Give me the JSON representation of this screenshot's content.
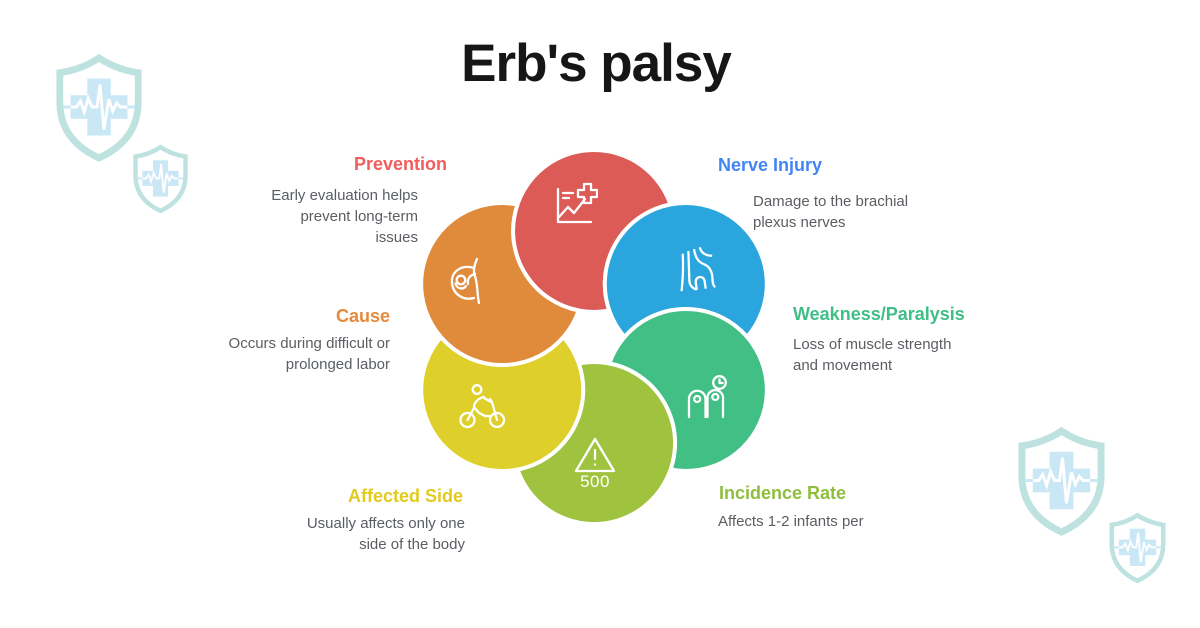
{
  "title": "Erb's palsy",
  "segments": [
    {
      "id": "prevention",
      "label": "Prevention",
      "description": "Early evaluation helps prevent long-term issues",
      "color": "#F15C5C",
      "petal_color": "#DC5B57",
      "icon": "chart-medical-icon"
    },
    {
      "id": "nerve-injury",
      "label": "Nerve Injury",
      "description": "Damage to the brachial plexus nerves",
      "color": "#4285F4",
      "petal_color": "#2BA5DE",
      "icon": "nerve-fibers-icon"
    },
    {
      "id": "weakness-paralysis",
      "label": "Weakness/Paralysis",
      "description": "Loss of muscle strength and movement",
      "color": "#3FBE85",
      "petal_color": "#41BF85",
      "icon": "fingers-clock-icon"
    },
    {
      "id": "incidence-rate",
      "label": "Incidence Rate",
      "description": "Affects 1-2 infants per",
      "color": "#8FBE3D",
      "petal_color": "#A0C33F",
      "icon": "warning-triangle-icon",
      "icon_text": "500"
    },
    {
      "id": "affected-side",
      "label": "Affected Side",
      "description": "Usually affects only one side of the body",
      "color": "#E2CA1E",
      "petal_color": "#DFCF2B",
      "icon": "cyclist-icon"
    },
    {
      "id": "cause",
      "label": "Cause",
      "description": "Occurs during difficult or prolonged labor",
      "color": "#E6893B",
      "petal_color": "#E08A3C",
      "icon": "pregnancy-icon"
    }
  ],
  "decoration": {
    "icon": "medical-shield-icon",
    "outline_color": "#BDE2DF",
    "cross_color": "#CAE7F5"
  }
}
